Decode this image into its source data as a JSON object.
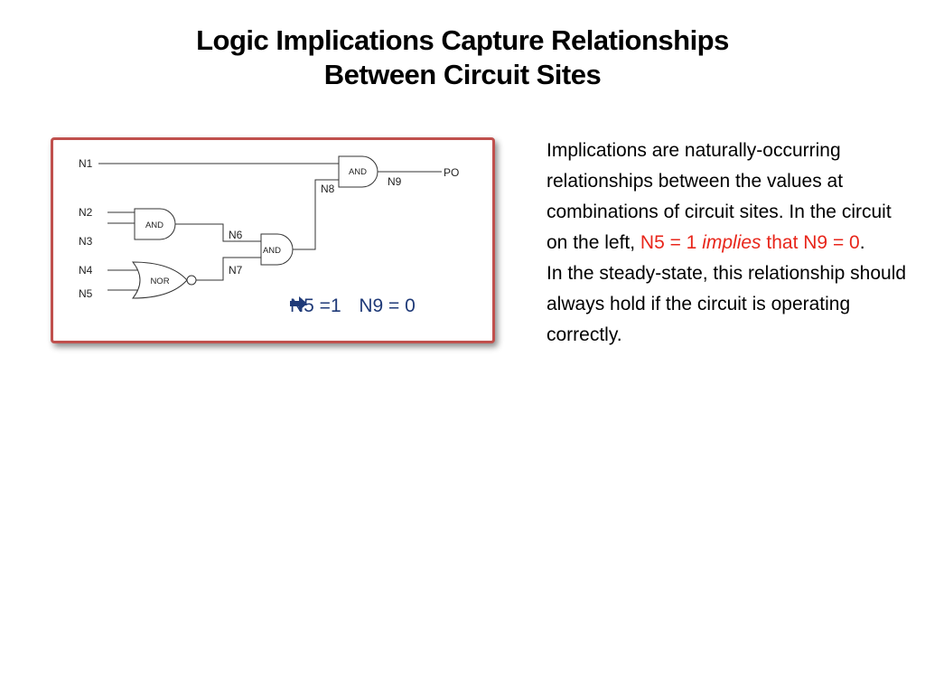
{
  "title": {
    "line1": "Logic Implications Capture Relationships",
    "line2": "Between Circuit Sites"
  },
  "diagram": {
    "nodes": {
      "n1": "N1",
      "n2": "N2",
      "n3": "N3",
      "n4": "N4",
      "n5": "N5",
      "n6": "N6",
      "n7": "N7",
      "n8": "N8",
      "n9": "N9",
      "po": "PO"
    },
    "gates": {
      "and_top": "AND",
      "and_n2n3": "AND",
      "nor_n4n5": "NOR",
      "and_mid": "AND"
    },
    "caption": {
      "left": "N5 =1",
      "arrow_icon": "right-arrow-icon",
      "right": "N9 = 0"
    },
    "frame_color": "#c0504d",
    "caption_color": "#1f3a78"
  },
  "text": {
    "part1": "Implications are naturally-occurring relationships between the values at combinations of circuit sites.  In the circuit on the left, ",
    "highlight1": "N5 = 1 ",
    "highlight_italic": "implies",
    "highlight2": " that N9 = 0",
    "part2": ".",
    "part3": "In the steady-state, this relationship should always hold if the circuit is operating correctly.",
    "highlight_color": "#e8261b"
  }
}
